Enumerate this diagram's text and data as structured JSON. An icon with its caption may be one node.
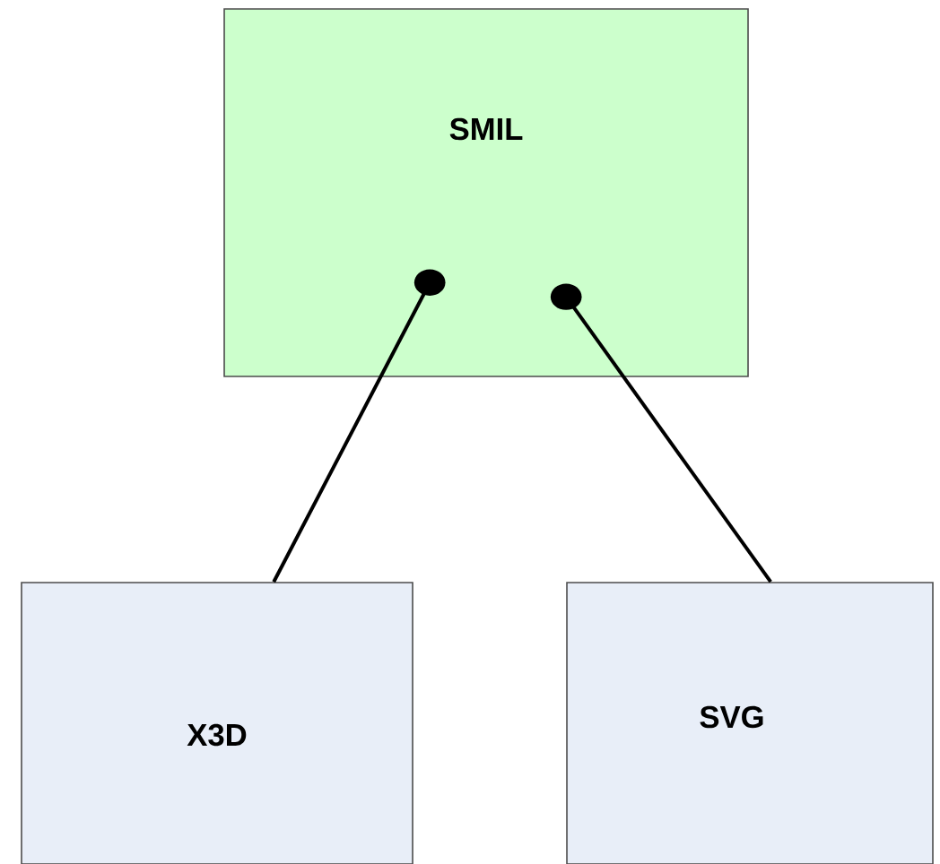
{
  "diagram": {
    "nodes": [
      {
        "text": [
          "SMIL"
        ]
      },
      {
        "text": [
          "X3D"
        ]
      },
      {
        "text": [
          "SVG"
        ]
      }
    ],
    "edges": [
      {
        "from": 1,
        "to": 0,
        "arrow": "other"
      },
      {
        "from": 2,
        "to": 0,
        "arrow": "other"
      }
    ]
  }
}
